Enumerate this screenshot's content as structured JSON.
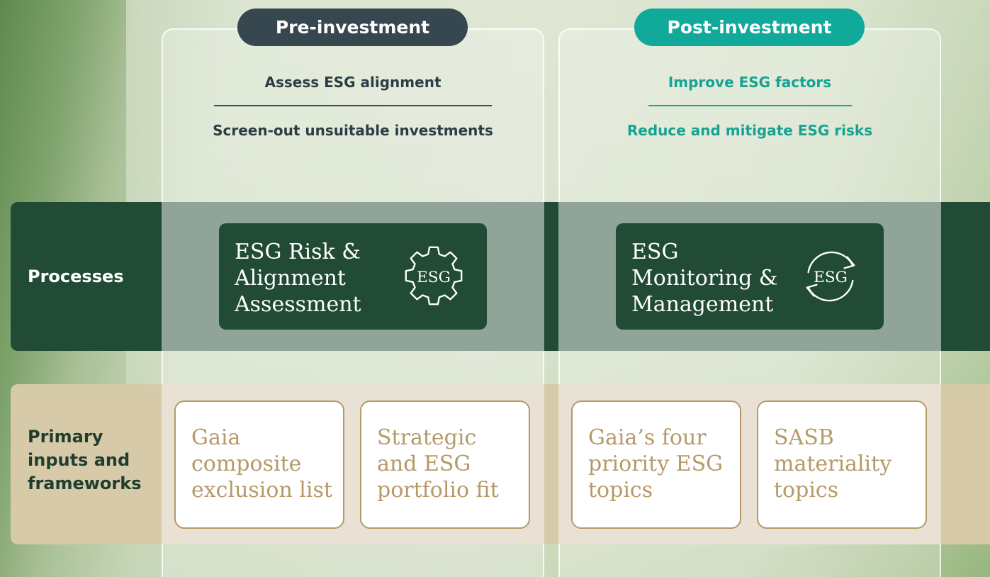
{
  "rows": {
    "processes_label": "Processes",
    "inputs_label": "Primary inputs and frameworks"
  },
  "pre": {
    "title": "Pre-investment",
    "goal_1": "Assess ESG alignment",
    "goal_2": "Screen-out unsuitable investments",
    "process": "ESG Risk & Alignment Assessment",
    "process_icon_text": "ESG",
    "input_1": "Gaia composite exclusion list",
    "input_2": "Strategic and ESG portfolio fit"
  },
  "post": {
    "title": "Post-investment",
    "goal_1": "Improve ESG factors",
    "goal_2": "Reduce and mitigate ESG risks",
    "process": "ESG Monitoring & Management",
    "process_icon_text": "ESG",
    "input_1": "Gaia’s four priority ESG topics",
    "input_2": "SASB materiality topics"
  },
  "colors": {
    "dark_green": "#214b35",
    "slate": "#37474f",
    "teal": "#11a99a",
    "sand": "#d7caa8",
    "gold_text": "#b59a68"
  },
  "icons": {
    "pre_process": "gear-esg-icon",
    "post_process": "cycle-esg-icon"
  }
}
